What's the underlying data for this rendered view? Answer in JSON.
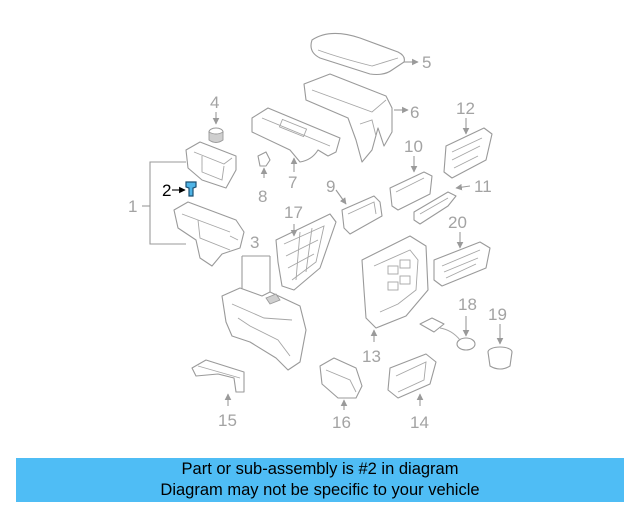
{
  "diagram": {
    "highlighted_part": "2",
    "highlight_color": "#4fb4e6",
    "callouts": [
      "1",
      "2",
      "3",
      "4",
      "5",
      "6",
      "7",
      "8",
      "9",
      "10",
      "11",
      "12",
      "13",
      "14",
      "15",
      "16",
      "17",
      "18",
      "19",
      "20"
    ]
  },
  "banner": {
    "line1": "Part or sub-assembly is #2 in diagram",
    "line2": "Diagram may not be specific to your vehicle",
    "background": "#4fbdf5"
  }
}
